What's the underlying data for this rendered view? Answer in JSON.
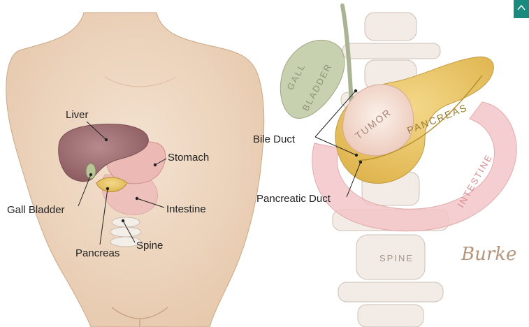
{
  "left_panel": {
    "labels": {
      "liver": "Liver",
      "stomach": "Stomach",
      "gall_bladder": "Gall Bladder",
      "intestine": "Intestine",
      "spine": "Spine",
      "pancreas": "Pancreas"
    }
  },
  "right_panel": {
    "labels": {
      "bile_duct": "Bile Duct",
      "pancreatic_duct": "Pancreatic Duct"
    },
    "organ_text": {
      "gall": "GALL",
      "bladder": "BLADDER",
      "tumor": "TUMOR",
      "pancreas": "PANCREAS",
      "intestine": "INTESTINE",
      "spine": "SPINE"
    },
    "signature": "Burke"
  },
  "colors": {
    "skin": "#f1dcc6",
    "liver": "#a8757a",
    "stomach": "#e8b9b3",
    "pancreas": "#e8c25e",
    "gall_bladder": "#c7d1b0",
    "intestine_pink": "#f3c6c8",
    "spine": "#f0e8e2",
    "teal_tab": "#1a8a7f"
  }
}
